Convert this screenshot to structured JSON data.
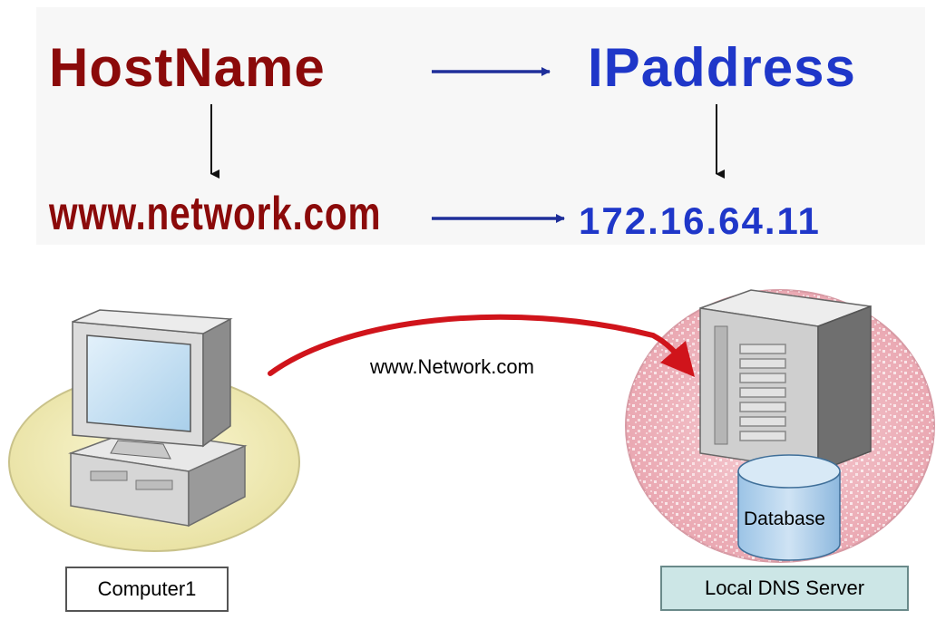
{
  "mapping": {
    "hostname_heading": "HostName",
    "ip_heading": "IPaddress",
    "domain_value": "www.network.com",
    "ip_value": "172.16.64.11"
  },
  "scene": {
    "query_text": "www.Network.com",
    "client_label": "Computer1",
    "database_label": "Database",
    "server_label": "Local DNS Server"
  },
  "colors": {
    "hostname_color": "#8b0a0a",
    "ip_color": "#1f37c9",
    "request_arrow_color": "#d0141b",
    "server_label_bg": "#cce6e6"
  },
  "icons": [
    "desktop-computer-icon",
    "server-tower-icon",
    "database-cylinder-icon"
  ]
}
